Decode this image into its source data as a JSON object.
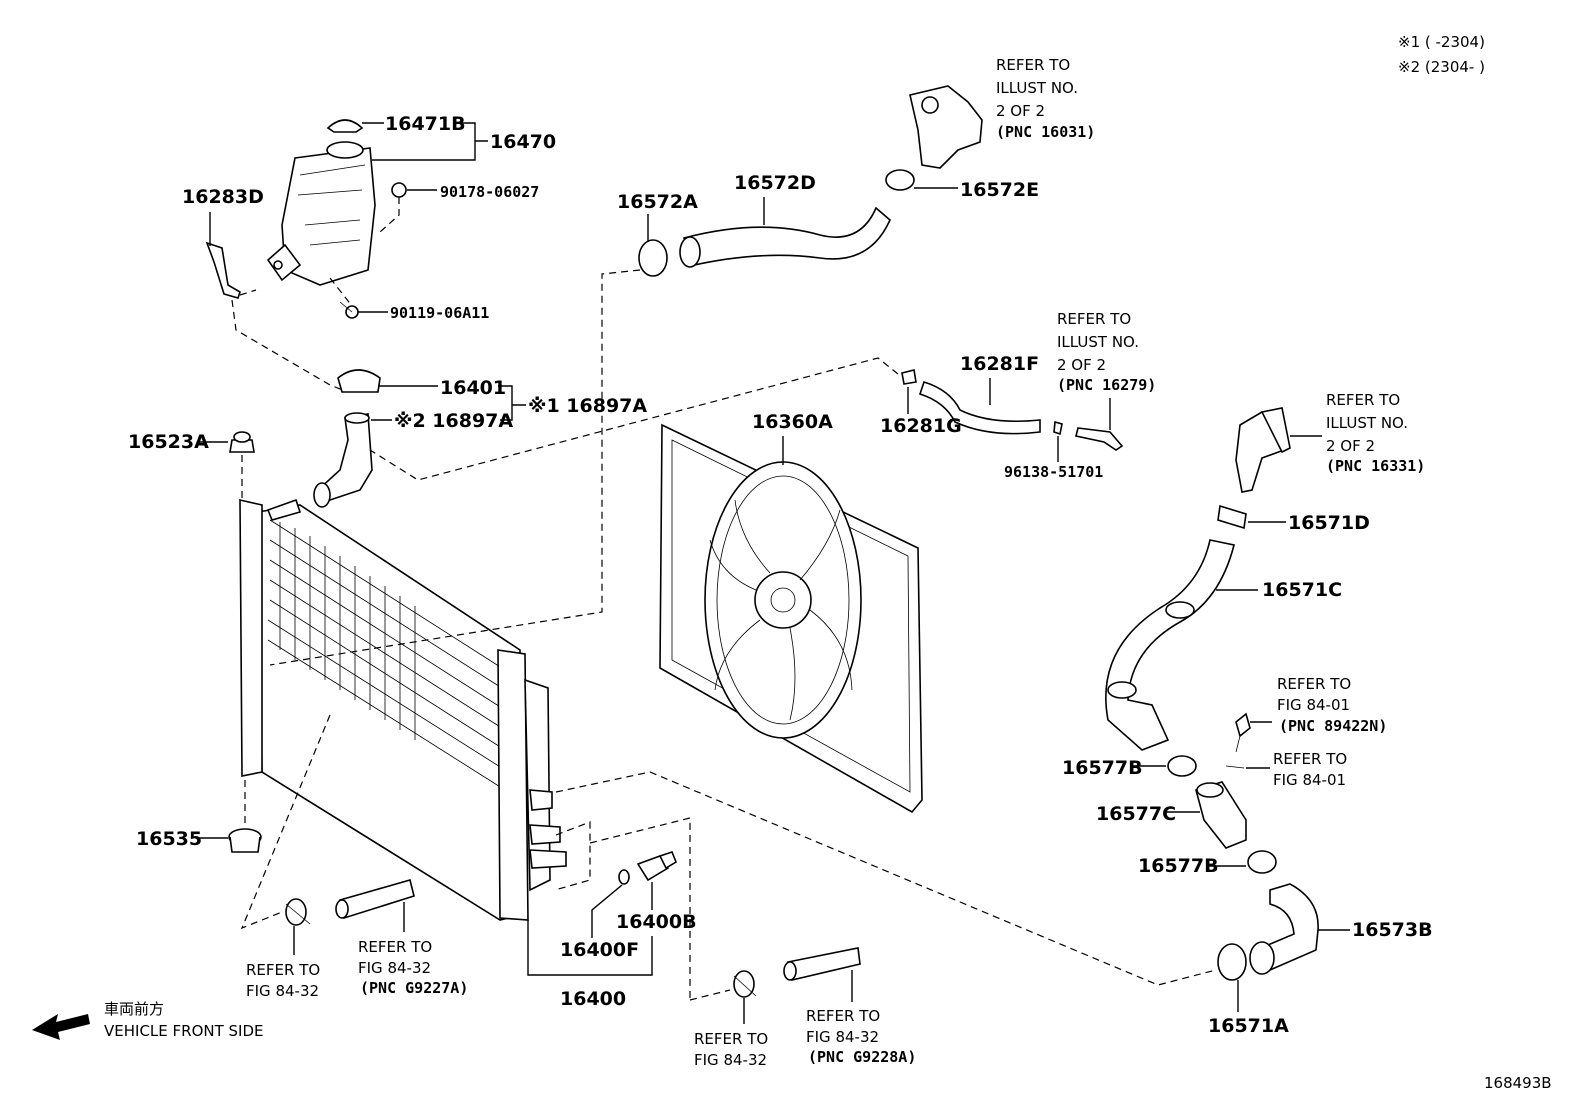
{
  "notes": {
    "note1": "※1 (      -2304)",
    "note2": "※2 (2304-      )"
  },
  "labels": {
    "p16471B": "16471B",
    "p16470": "16470",
    "p90178": "90178-06027",
    "p16283D": "16283D",
    "p90119": "90119-06A11",
    "p16401": "16401",
    "p16897A_2": "※2 16897A",
    "p16897A_1": "※1 16897A",
    "p16523A": "16523A",
    "p16535": "16535",
    "p16572A": "16572A",
    "p16572D": "16572D",
    "p16572E": "16572E",
    "p16360A": "16360A",
    "p16281F": "16281F",
    "p16281G": "16281G",
    "p96138": "96138-51701",
    "p16571D": "16571D",
    "p16571C": "16571C",
    "p16577B_1": "16577B",
    "p16577C": "16577C",
    "p16577B_2": "16577B",
    "p16573B": "16573B",
    "p16571A": "16571A",
    "p16400B": "16400B",
    "p16400F": "16400F",
    "p16400": "16400"
  },
  "refs": {
    "r1": [
      "REFER TO",
      "ILLUST NO.",
      "2 OF 2",
      "(PNC 16031)"
    ],
    "r2": [
      "REFER TO",
      "ILLUST NO.",
      "2 OF 2",
      "(PNC 16279)"
    ],
    "r3": [
      "REFER TO",
      "ILLUST NO.",
      "2 OF 2",
      "(PNC 16331)"
    ],
    "r4": [
      "REFER TO",
      "FIG 84-01",
      "(PNC 89422N)"
    ],
    "r5": [
      "REFER TO",
      "FIG 84-01"
    ],
    "r6": [
      "REFER TO",
      "FIG 84-32"
    ],
    "r7": [
      "REFER TO",
      "FIG 84-32",
      "(PNC G9227A)"
    ],
    "r8": [
      "REFER TO",
      "FIG 84-32"
    ],
    "r9": [
      "REFER TO",
      "FIG 84-32",
      "(PNC G9228A)"
    ]
  },
  "front": {
    "jp": "車両前方",
    "en": "VEHICLE FRONT SIDE"
  },
  "illustration_id": "168493B"
}
